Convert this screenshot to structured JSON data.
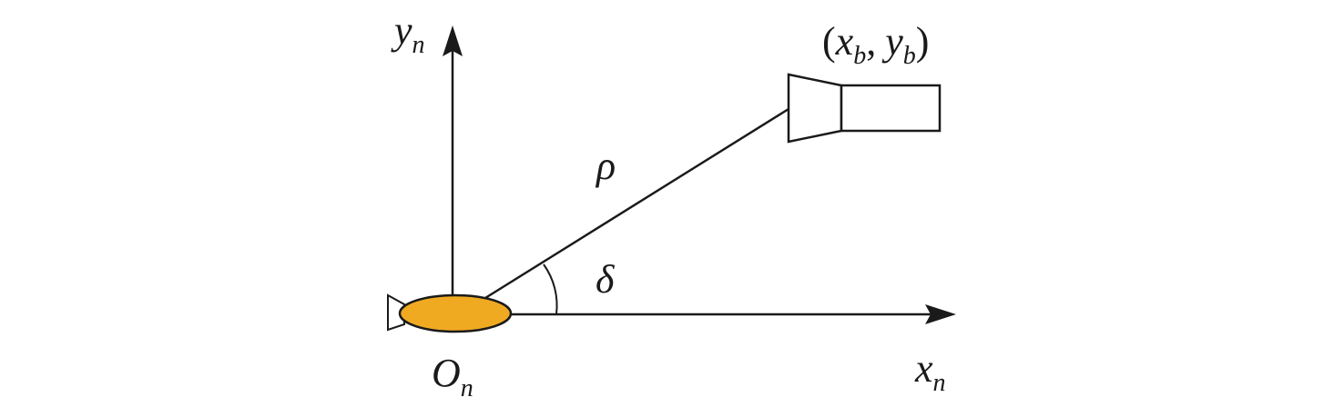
{
  "labels": {
    "y_axis": {
      "main": "y",
      "sub": "n"
    },
    "x_axis": {
      "main": "x",
      "sub": "n"
    },
    "origin": {
      "main": "O",
      "sub": "n"
    },
    "range": "ρ",
    "angle": "δ",
    "target": {
      "open": "(",
      "x": "x",
      "x_sub": "b",
      "comma": ",",
      "y": "y",
      "y_sub": "b",
      "close": ")"
    }
  },
  "colors": {
    "stroke": "#1a1a1a",
    "vehicle_fill": "#f0aa22"
  },
  "icons": {
    "vehicle": "underwater-vehicle-icon",
    "target": "camera-target-icon"
  }
}
